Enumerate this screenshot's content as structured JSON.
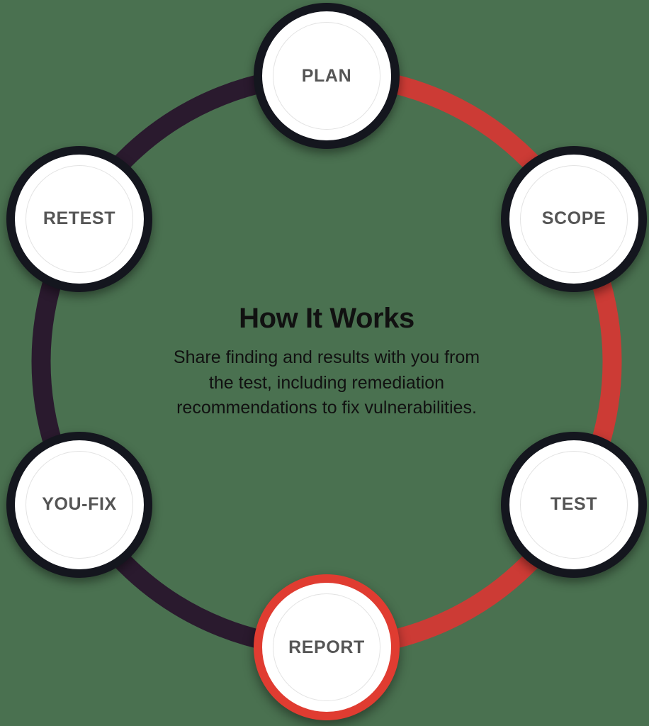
{
  "diagram": {
    "type": "cycle",
    "title": "How It Works",
    "description": "Share finding and results with you from the test, including remediation recommendations to fix vulnerabilities.",
    "description_lines": [
      "Share finding and results with you from",
      "the test, including remediation",
      "recommendations to fix vulnerabilities."
    ],
    "active_step": "REPORT",
    "colors": {
      "background": "#4a7150",
      "arc_dark": "#2a1a2e",
      "arc_red": "#cc3b35",
      "node_ring": "#14161e",
      "active_ring": "#e03c31",
      "node_fill": "#ffffff",
      "label_text": "#555555",
      "title_text": "#111111"
    },
    "steps": [
      {
        "id": "plan",
        "label": "PLAN",
        "angle": -90,
        "state": "inactive"
      },
      {
        "id": "scope",
        "label": "SCOPE",
        "angle": -30,
        "state": "inactive"
      },
      {
        "id": "test",
        "label": "TEST",
        "angle": 30,
        "state": "inactive"
      },
      {
        "id": "report",
        "label": "REPORT",
        "angle": 90,
        "state": "active"
      },
      {
        "id": "you-fix",
        "label": "YOU-FIX",
        "angle": 150,
        "state": "inactive"
      },
      {
        "id": "retest",
        "label": "RETEST",
        "angle": 210,
        "state": "inactive"
      }
    ],
    "arcs": [
      {
        "id": "arc-red",
        "from": "PLAN",
        "to": "REPORT",
        "color": "#cc3b35",
        "direction": "clockwise"
      },
      {
        "id": "arc-dark",
        "from": "REPORT",
        "to": "PLAN",
        "color": "#2a1a2e",
        "direction": "clockwise"
      }
    ]
  }
}
